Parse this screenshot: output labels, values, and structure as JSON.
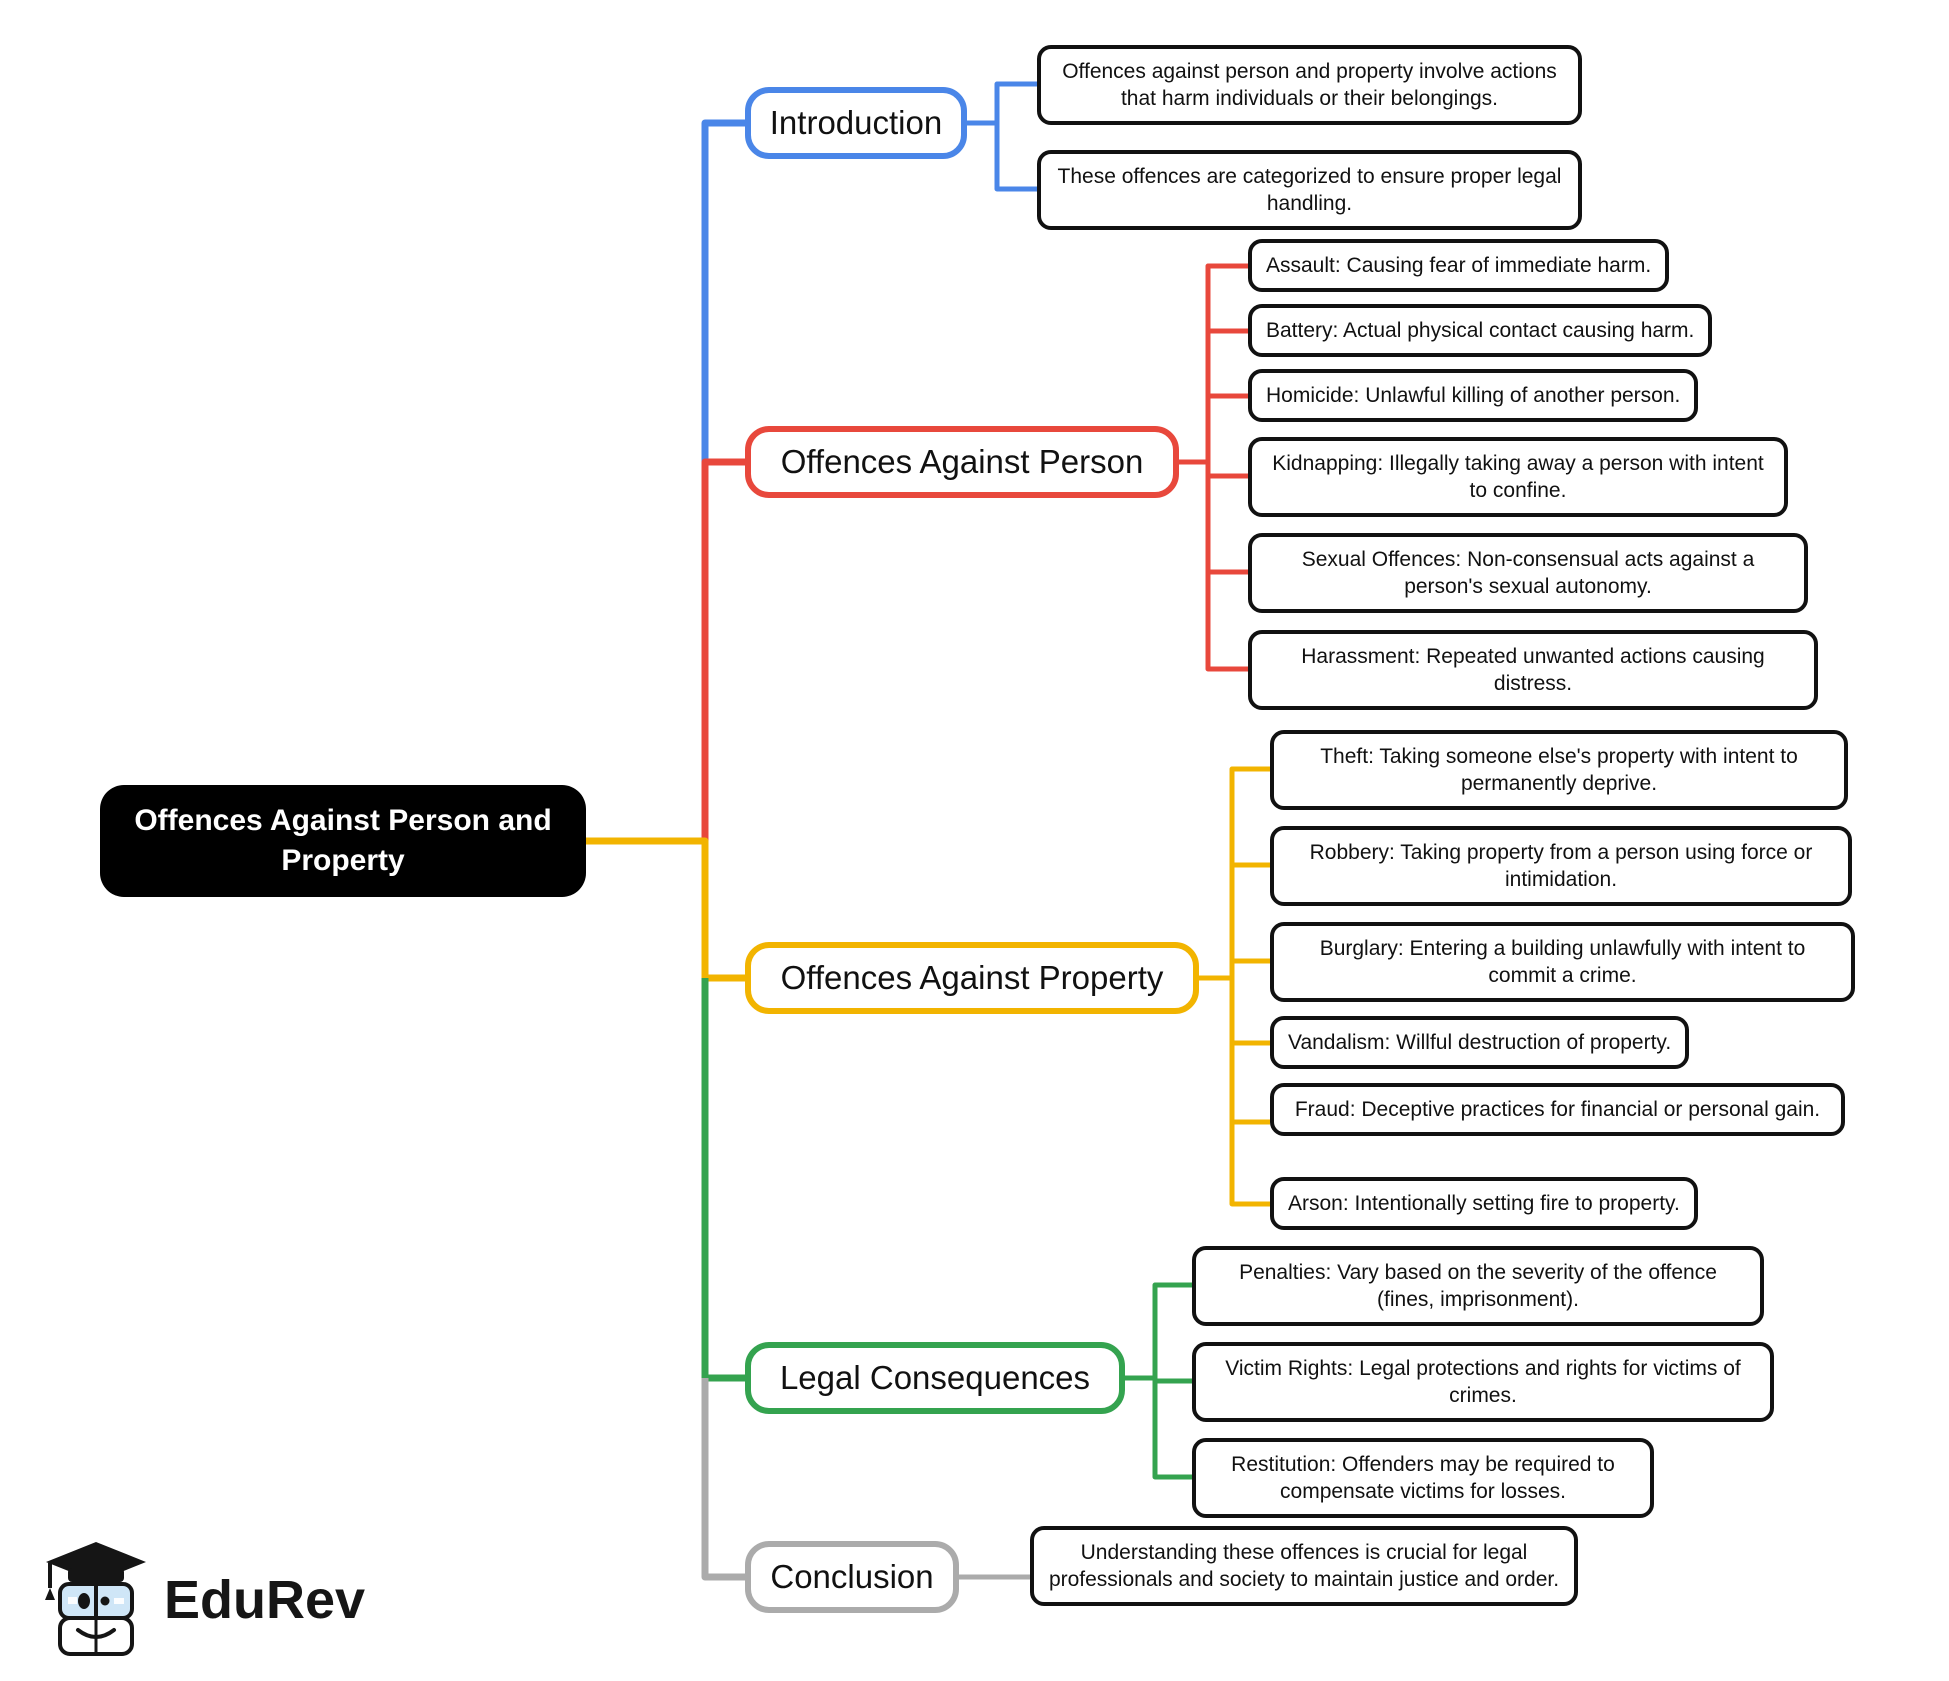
{
  "root": {
    "label": "Offences Against Person and Property"
  },
  "branches": [
    {
      "id": "introduction",
      "label": "Introduction",
      "color": "#4A86E8",
      "children": [
        "Offences against person and property involve actions that harm individuals or their belongings.",
        "These offences are categorized to ensure proper legal handling."
      ]
    },
    {
      "id": "offences-against-person",
      "label": "Offences Against Person",
      "color": "#E8483C",
      "children": [
        "Assault: Causing fear of immediate harm.",
        "Battery: Actual physical contact causing harm.",
        "Homicide: Unlawful killing of another person.",
        "Kidnapping: Illegally taking away a person with intent to confine.",
        "Sexual Offences: Non-consensual acts against a person's sexual autonomy.",
        "Harassment: Repeated unwanted actions causing distress."
      ]
    },
    {
      "id": "offences-against-property",
      "label": "Offences Against Property",
      "color": "#F2B400",
      "children": [
        "Theft: Taking someone else's property with intent to permanently deprive.",
        "Robbery: Taking property from a person using force or intimidation.",
        "Burglary: Entering a building unlawfully with intent to commit a crime.",
        "Vandalism: Willful destruction of property.",
        "Fraud: Deceptive practices for financial or personal gain.",
        "Arson: Intentionally setting fire to property."
      ]
    },
    {
      "id": "legal-consequences",
      "label": "Legal Consequences",
      "color": "#34A34F",
      "children": [
        "Penalties: Vary based on the severity of the offence (fines, imprisonment).",
        "Victim Rights: Legal protections and rights for victims of crimes.",
        "Restitution: Offenders may be required to compensate victims for losses."
      ]
    },
    {
      "id": "conclusion",
      "label": "Conclusion",
      "color": "#ABABAB",
      "children": [
        "Understanding these offences is crucial for legal professionals and society to maintain justice and order."
      ]
    }
  ],
  "logo": {
    "text": "EduRev"
  }
}
